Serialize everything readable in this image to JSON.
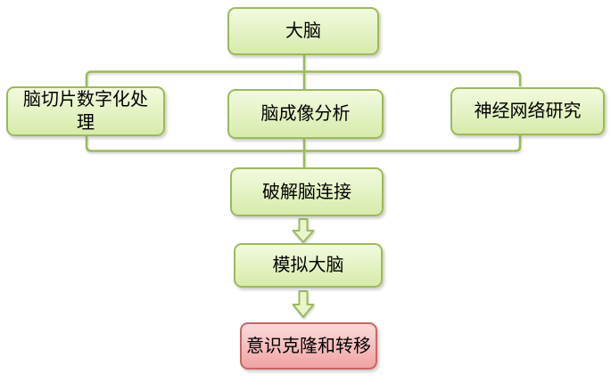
{
  "diagram": {
    "nodes": {
      "brain": {
        "label": "大脑"
      },
      "slice": {
        "label": "脑切片数字化处\n理"
      },
      "imaging": {
        "label": "脑成像分析"
      },
      "neural": {
        "label": "神经网络研究"
      },
      "decode": {
        "label": "破解脑连接"
      },
      "simulate": {
        "label": "模拟大脑"
      },
      "conscious": {
        "label": "意识克隆和转移"
      }
    },
    "edges": [
      {
        "from": "大脑",
        "to": "脑切片数字化处理"
      },
      {
        "from": "大脑",
        "to": "脑成像分析"
      },
      {
        "from": "大脑",
        "to": "神经网络研究"
      },
      {
        "from": "脑切片数字化处理",
        "to": "破解脑连接"
      },
      {
        "from": "脑成像分析",
        "to": "破解脑连接"
      },
      {
        "from": "神经网络研究",
        "to": "破解脑连接"
      },
      {
        "from": "破解脑连接",
        "to": "模拟大脑"
      },
      {
        "from": "模拟大脑",
        "to": "意识克隆和转移"
      }
    ],
    "colors": {
      "green_border": "#9cba59",
      "green_fill_top": "#f2fade",
      "green_fill_bottom": "#d7ebab",
      "red_border": "#c96565",
      "red_fill_top": "#fbdada",
      "red_fill_bottom": "#f1a3a3",
      "connector": "#9cba59",
      "arrow_fill": "#e9f5cc",
      "text": "#000000"
    }
  }
}
